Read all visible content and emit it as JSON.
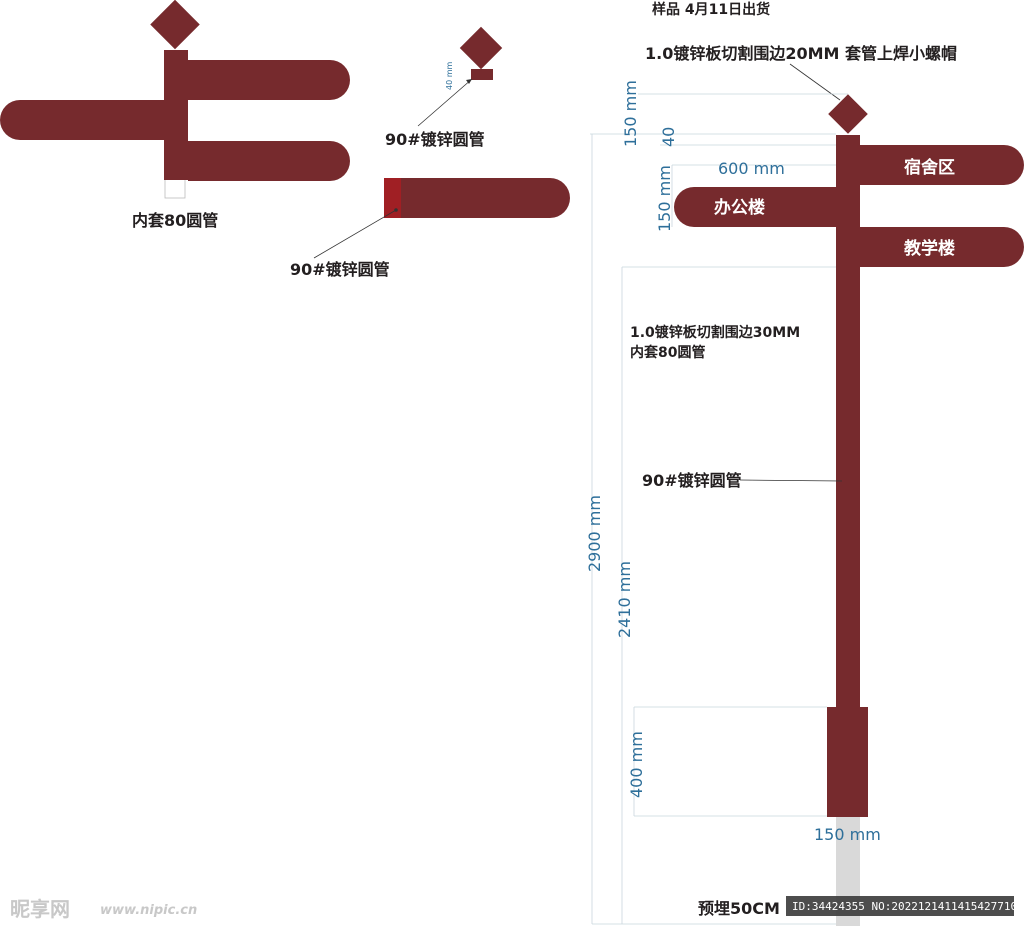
{
  "colors": {
    "brand": "#762a2d",
    "dimension": "#2e6f9a",
    "label": "#231f20",
    "ground": "#d9d9d9"
  },
  "labels": {
    "sample_date": "样品 4月11日出货",
    "top_note": "1.0镀锌板切割围边20MM  套管上焊小螺帽",
    "inner_tube_left": "内套80圆管",
    "pipe_90_small_a": "90#镀锌圆管",
    "pipe_90_small_b": "90#镀锌圆管",
    "side_note_line1": "1.0镀锌板切割围边30MM",
    "side_note_line2": "内套80圆管",
    "pipe_90_main": "90#镀锌圆管",
    "embed_depth": "预埋50CM"
  },
  "signs": {
    "dormitory": "宿舍区",
    "office": "办公楼",
    "teaching": "教学楼"
  },
  "dimensions": {
    "d150_top": "150 mm",
    "d40": "40",
    "d600": "600 mm",
    "d150_arm": "150 mm",
    "d2900": "2900 mm",
    "d2410": "2410 mm",
    "d400": "400 mm",
    "d150_base": "150 mm",
    "d40_small": "40 mm"
  },
  "watermark": {
    "brand": "昵享网",
    "url": "www.nipic.cn",
    "id_text": "ID:34424355 NO:20221214114154277104"
  }
}
